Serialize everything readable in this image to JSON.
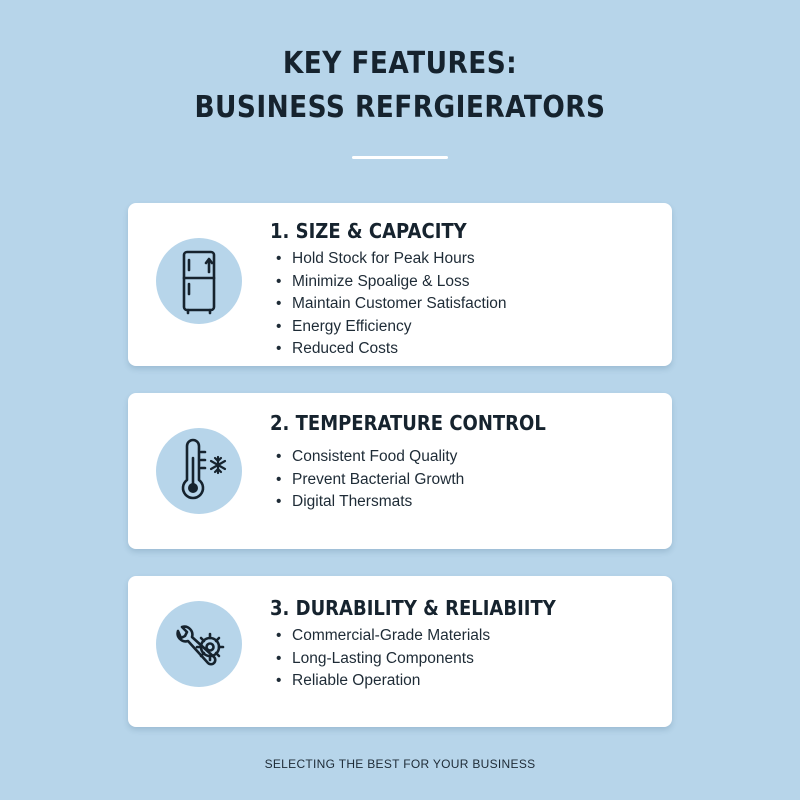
{
  "header": {
    "title_line1": "KEY FEATURES:",
    "title_line2": "BUSINESS REFRGIERATORS"
  },
  "colors": {
    "background": "#b7d5ea",
    "card": "#ffffff",
    "icon_circle": "#b7d5ea",
    "text": "#16232e"
  },
  "features": [
    {
      "title": "1. SIZE & CAPACITY",
      "icon": "refrigerator-icon",
      "items": [
        "Hold Stock for Peak Hours",
        "Minimize Spoalige & Loss",
        "Maintain Customer Satisfaction",
        "Energy Efficiency",
        "Reduced Costs"
      ]
    },
    {
      "title": "2. TEMPERATURE CONTROL",
      "icon": "thermometer-snowflake-icon",
      "items": [
        "Consistent Food Quality",
        "Prevent Bacterial Growth",
        "Digital Thersmats"
      ]
    },
    {
      "title": "3. DURABILITY & RELIABIITY",
      "icon": "wrench-gear-icon",
      "items": [
        "Commercial-Grade Materials",
        "Long-Lasting Components",
        "Reliable Operation"
      ]
    }
  ],
  "footer": {
    "text": "SELECTING THE BEST FOR YOUR BUSINESS"
  }
}
